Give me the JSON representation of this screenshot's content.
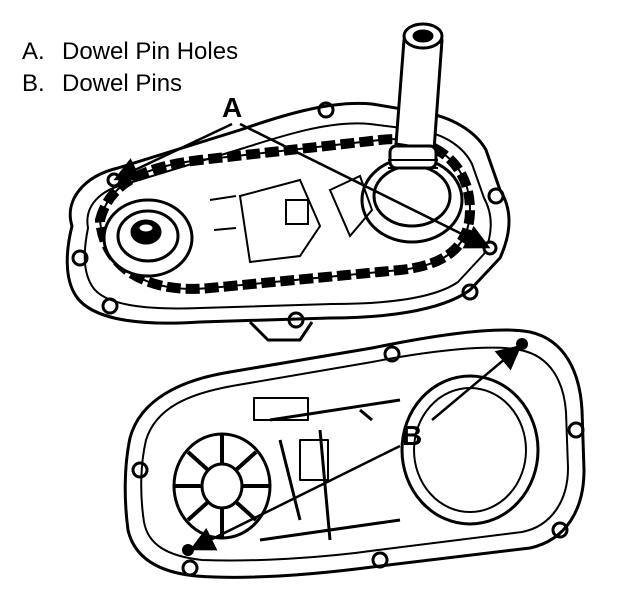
{
  "legend": [
    {
      "key": "A.",
      "text": "Dowel Pin Holes"
    },
    {
      "key": "B.",
      "text": "Dowel Pins"
    }
  ],
  "callouts": {
    "a": "A",
    "b": "B"
  },
  "colors": {
    "ink": "#000000",
    "paper": "#ffffff"
  }
}
